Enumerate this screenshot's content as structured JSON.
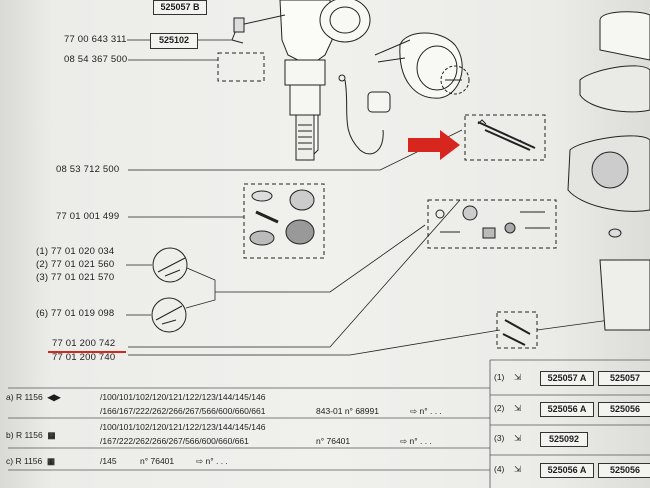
{
  "ref_boxes": {
    "b1": "525057 B",
    "b2": "525102"
  },
  "labels": {
    "p1": "77 00 643 311",
    "p2": "08 54 367 500",
    "p3": "08 53 712 500",
    "p4": "77 01 001 499",
    "p5a": "(1) 77 01 020 034",
    "p5b": "(2) 77 01 021 560",
    "p5c": "(3) 77 01 021 570",
    "p6": "(6) 77 01 019 098",
    "p7": "77 01 200 742",
    "p8": "77 01 200 740"
  },
  "table_rows": [
    {
      "prefix": "a)",
      "model": "R 1156",
      "line1": "/100/101/102/120/121/122/123/144/145/146",
      "line2": "/166/167/222/262/266/267/566/600/660/661",
      "extra": "843-01 n° 68991",
      "arrow": "⇨ n° . . ."
    },
    {
      "prefix": "b)",
      "model": "R 1156",
      "line1": "/100/101/102/120/121/122/123/144/145/146",
      "line2": "/167/222/262/266/267/566/600/660/661",
      "extra": "n° 76401",
      "arrow": "⇨ n° . . ."
    },
    {
      "prefix": "c)",
      "model": "R 1156",
      "line1": "/145",
      "line2": "",
      "extra": "n° 76401",
      "arrow": "⇨ n° . . ."
    }
  ],
  "right_table": [
    {
      "num": "(1)",
      "ref": "525057 A",
      "ref2": "525057"
    },
    {
      "num": "(2)",
      "ref": "525056 A",
      "ref2": "525056"
    },
    {
      "num": "(3)",
      "ref": "525092",
      "ref2": ""
    },
    {
      "num": "(4)",
      "ref": "525056 A",
      "ref2": "525056"
    }
  ],
  "colors": {
    "highlight": "#d7261e",
    "ink": "#1d1d1d",
    "paper": "#f0f0ed"
  }
}
